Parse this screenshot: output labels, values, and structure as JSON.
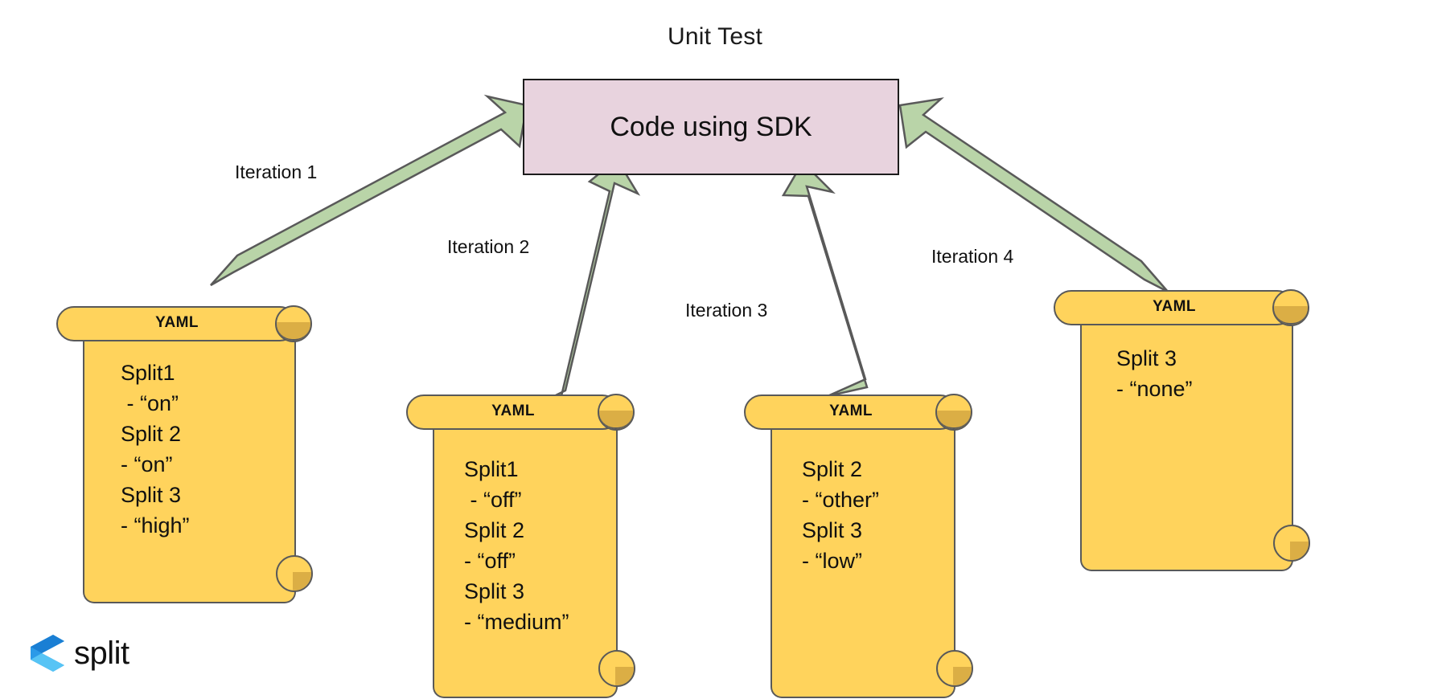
{
  "diagram": {
    "title": "Unit Test",
    "type": "flow-diagram",
    "background_color": "#ffffff"
  },
  "sdk_box": {
    "label": "Code using SDK",
    "fill_color": "#e8d3de",
    "border_color": "#1c1c1c"
  },
  "arrows": {
    "fill_color": "#b9d4a8",
    "stroke_color": "#595959",
    "direction": "yaml-to-sdk"
  },
  "iterations": [
    {
      "label": "Iteration 1"
    },
    {
      "label": "Iteration 2"
    },
    {
      "label": "Iteration 3"
    },
    {
      "label": "Iteration 4"
    }
  ],
  "yaml_documents": [
    {
      "title": "YAML",
      "lines": [
        "Split1",
        " - “on”",
        "Split 2",
        "- “on”",
        "Split 3",
        "- “high”"
      ],
      "text": "Split1\n - “on”\nSplit 2\n- “on”\nSplit 3\n- “high”",
      "fill_color": "#ffd35c",
      "curl_color": "#dbae45"
    },
    {
      "title": "YAML",
      "lines": [
        "Split1",
        " - “off”",
        "Split 2",
        "- “off”",
        "Split 3",
        "- “medium”"
      ],
      "text": "Split1\n - “off”\nSplit 2\n- “off”\nSplit 3\n- “medium”",
      "fill_color": "#ffd35c",
      "curl_color": "#dbae45"
    },
    {
      "title": "YAML",
      "lines": [
        "Split 2",
        "- “other”",
        "Split 3",
        "- “low”"
      ],
      "text": "Split 2\n- “other”\nSplit 3\n- “low”",
      "fill_color": "#ffd35c",
      "curl_color": "#dbae45"
    },
    {
      "title": "YAML",
      "lines": [
        "Split 3",
        "- “none”"
      ],
      "text": "Split 3\n- “none”",
      "fill_color": "#ffd35c",
      "curl_color": "#dbae45"
    }
  ],
  "logo": {
    "wordmark": "split",
    "icon_name": "split-logo-icon",
    "color_dark": "#1a7fd4",
    "color_mid": "#2b9ae8",
    "color_light": "#57c4f5"
  }
}
